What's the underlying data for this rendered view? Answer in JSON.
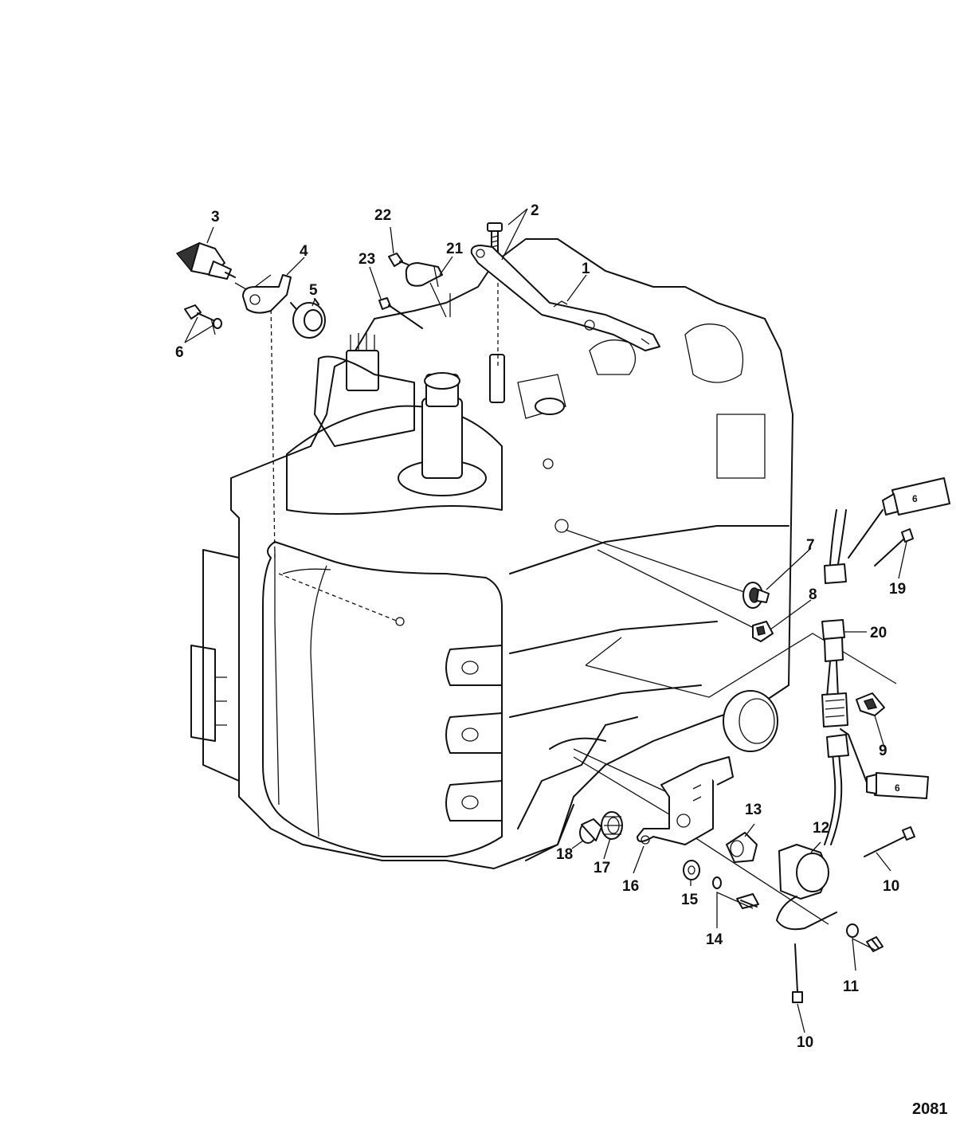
{
  "callouts": [
    {
      "id": "1",
      "label": "1"
    },
    {
      "id": "2",
      "label": "2"
    },
    {
      "id": "3",
      "label": "3"
    },
    {
      "id": "4",
      "label": "4"
    },
    {
      "id": "5",
      "label": "5"
    },
    {
      "id": "6",
      "label": "6"
    },
    {
      "id": "7",
      "label": "7"
    },
    {
      "id": "8",
      "label": "8"
    },
    {
      "id": "9",
      "label": "9"
    },
    {
      "id": "10a",
      "label": "10"
    },
    {
      "id": "10b",
      "label": "10"
    },
    {
      "id": "11",
      "label": "11"
    },
    {
      "id": "12",
      "label": "12"
    },
    {
      "id": "13",
      "label": "13"
    },
    {
      "id": "14",
      "label": "14"
    },
    {
      "id": "15",
      "label": "15"
    },
    {
      "id": "16",
      "label": "16"
    },
    {
      "id": "17",
      "label": "17"
    },
    {
      "id": "18",
      "label": "18"
    },
    {
      "id": "19",
      "label": "19"
    },
    {
      "id": "20",
      "label": "20"
    },
    {
      "id": "21",
      "label": "21"
    },
    {
      "id": "22",
      "label": "22"
    },
    {
      "id": "23",
      "label": "23"
    }
  ],
  "tube_labels": [
    {
      "id": "tube-upper",
      "label": "6"
    },
    {
      "id": "tube-lower",
      "label": "6"
    }
  ],
  "figure_number": "2081"
}
